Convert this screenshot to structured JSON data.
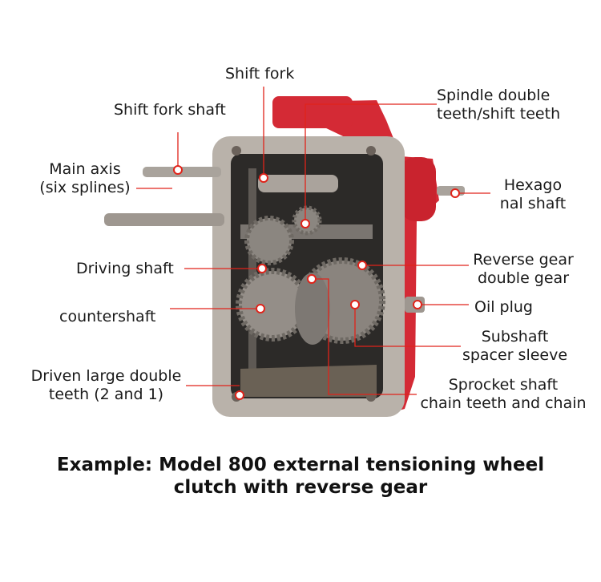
{
  "labels": {
    "shift_fork": "Shift fork",
    "shift_fork_shaft": "Shift fork shaft",
    "spindle_double_teeth": [
      "Spindle double",
      "teeth/shift teeth"
    ],
    "main_axis": [
      "Main axis",
      "(six splines)"
    ],
    "hexagonal_shaft": [
      "Hexago",
      "nal shaft"
    ],
    "driving_shaft": "Driving shaft",
    "reverse_gear": [
      "Reverse gear",
      "double gear"
    ],
    "countershaft": "countershaft",
    "oil_plug": "Oil plug",
    "subshaft_spacer": [
      "Subshaft",
      "spacer sleeve"
    ],
    "driven_large": [
      "Driven large double",
      "teeth (2 and 1)"
    ],
    "sprocket_shaft": [
      "Sprocket shaft",
      "chain teeth and chain"
    ]
  },
  "caption": [
    "Example: Model 800 external tensioning wheel",
    "clutch with reverse gear"
  ],
  "colors": {
    "leader_line": "#e0231a",
    "housing": "#b9b2aa",
    "red_paint": "#d42a35",
    "interior": "#2c2a28"
  }
}
